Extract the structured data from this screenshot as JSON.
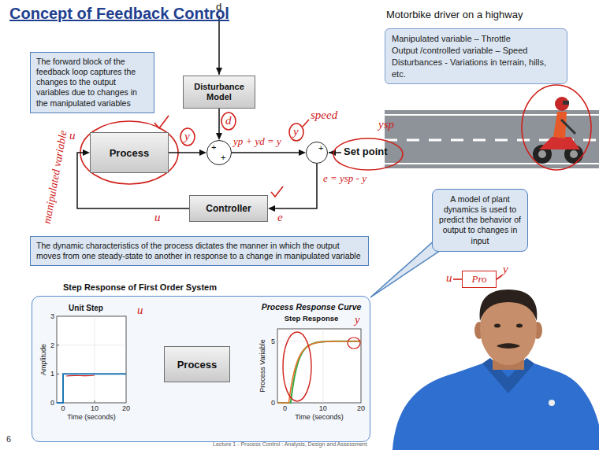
{
  "diagram": {
    "title": "Concept of Feedback Control",
    "nodes": [
      {
        "text": [
          "The forward block of the feedback loop captures the changes to the output variables due to changes in the manipulated variables"
        ]
      },
      {
        "text": [
          "Disturbance Model"
        ]
      },
      {
        "text": [
          "Process"
        ]
      },
      {
        "text": [
          "+",
          "+"
        ]
      },
      {
        "text": [
          "+"
        ]
      },
      {
        "text": [
          "Controller"
        ]
      },
      {
        "text": [
          "Manipulated variable – Throttle",
          "Output /controlled variable – Speed",
          "Disturbances - Variations in terrain, hills, etc."
        ]
      },
      {
        "text": [
          "The dynamic characteristics of the process dictates the manner in which the output moves from one steady-state to another in response to a change in manipulated variable"
        ]
      },
      {
        "text": [
          "A model of plant dynamics is used to predict the behavior of output to changes in input"
        ]
      },
      {
        "text": [
          "Pro"
        ]
      },
      {
        "text": [
          "Step Response of First Order System"
        ]
      },
      {
        "text": [
          "Unit Step"
        ],
        "in": 10
      },
      {
        "text": [
          "Process"
        ],
        "in": 10
      },
      {
        "text": [
          "Process Response Curve",
          "Step Response"
        ],
        "in": 10
      }
    ],
    "edges": [
      {
        "from": 1,
        "to": 3,
        "arrow": "to"
      },
      {
        "from": 2,
        "to": 3,
        "arrow": "to"
      },
      {
        "from": 3,
        "to": 4,
        "arrow": "to"
      },
      {
        "from": 4,
        "to": 5,
        "arrow": "to"
      },
      {
        "from": 5,
        "to": 2,
        "arrow": "to"
      },
      {
        "from": 11,
        "to": 12,
        "arrow": "to"
      },
      {
        "from": 12,
        "to": 13,
        "arrow": "to"
      }
    ],
    "labels": [
      "Motorbike driver on a highway",
      "d",
      "Set point",
      "manipulated variable",
      "u",
      "y",
      "d",
      "yp + yd = y",
      "y",
      "speed",
      "ysp",
      "e = ysp - y",
      "u",
      "e",
      "u",
      "y",
      "u",
      "y",
      "Amplitude",
      "Time (seconds)",
      "3",
      "2",
      "1",
      "0",
      "0",
      "10",
      "20",
      "Process Variable",
      "Time (seconds)",
      "5",
      "0",
      "0",
      "10",
      "20",
      "6",
      "Lecture 1 - Process Control : Analysis, Design and Assessment"
    ]
  }
}
